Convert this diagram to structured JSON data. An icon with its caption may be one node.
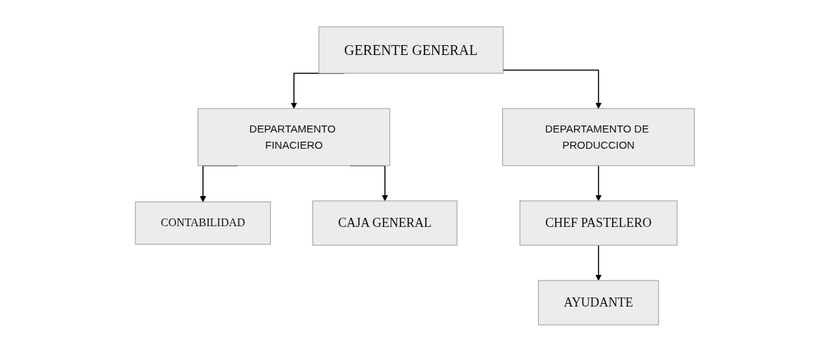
{
  "diagram": {
    "nodes": [
      {
        "text": [
          "GERENTE GENERAL"
        ]
      },
      {
        "text": [
          "DEPARTAMENTO FINACIERO"
        ]
      },
      {
        "text": [
          "DEPARTAMENTO DE PRODUCCION"
        ]
      },
      {
        "text": [
          "CONTABILIDAD"
        ]
      },
      {
        "text": [
          "CAJA GENERAL"
        ]
      },
      {
        "text": [
          "CHEF PASTELERO"
        ]
      },
      {
        "text": [
          "AYUDANTE"
        ]
      }
    ],
    "edges": [
      {
        "from": 0,
        "to": 1,
        "arrow": "to"
      },
      {
        "from": 0,
        "to": 2,
        "arrow": "to"
      },
      {
        "from": 1,
        "to": 3,
        "arrow": "to"
      },
      {
        "from": 1,
        "to": 4,
        "arrow": "to"
      },
      {
        "from": 2,
        "to": 5,
        "arrow": "to"
      },
      {
        "from": 5,
        "to": 6,
        "arrow": "to"
      }
    ]
  }
}
